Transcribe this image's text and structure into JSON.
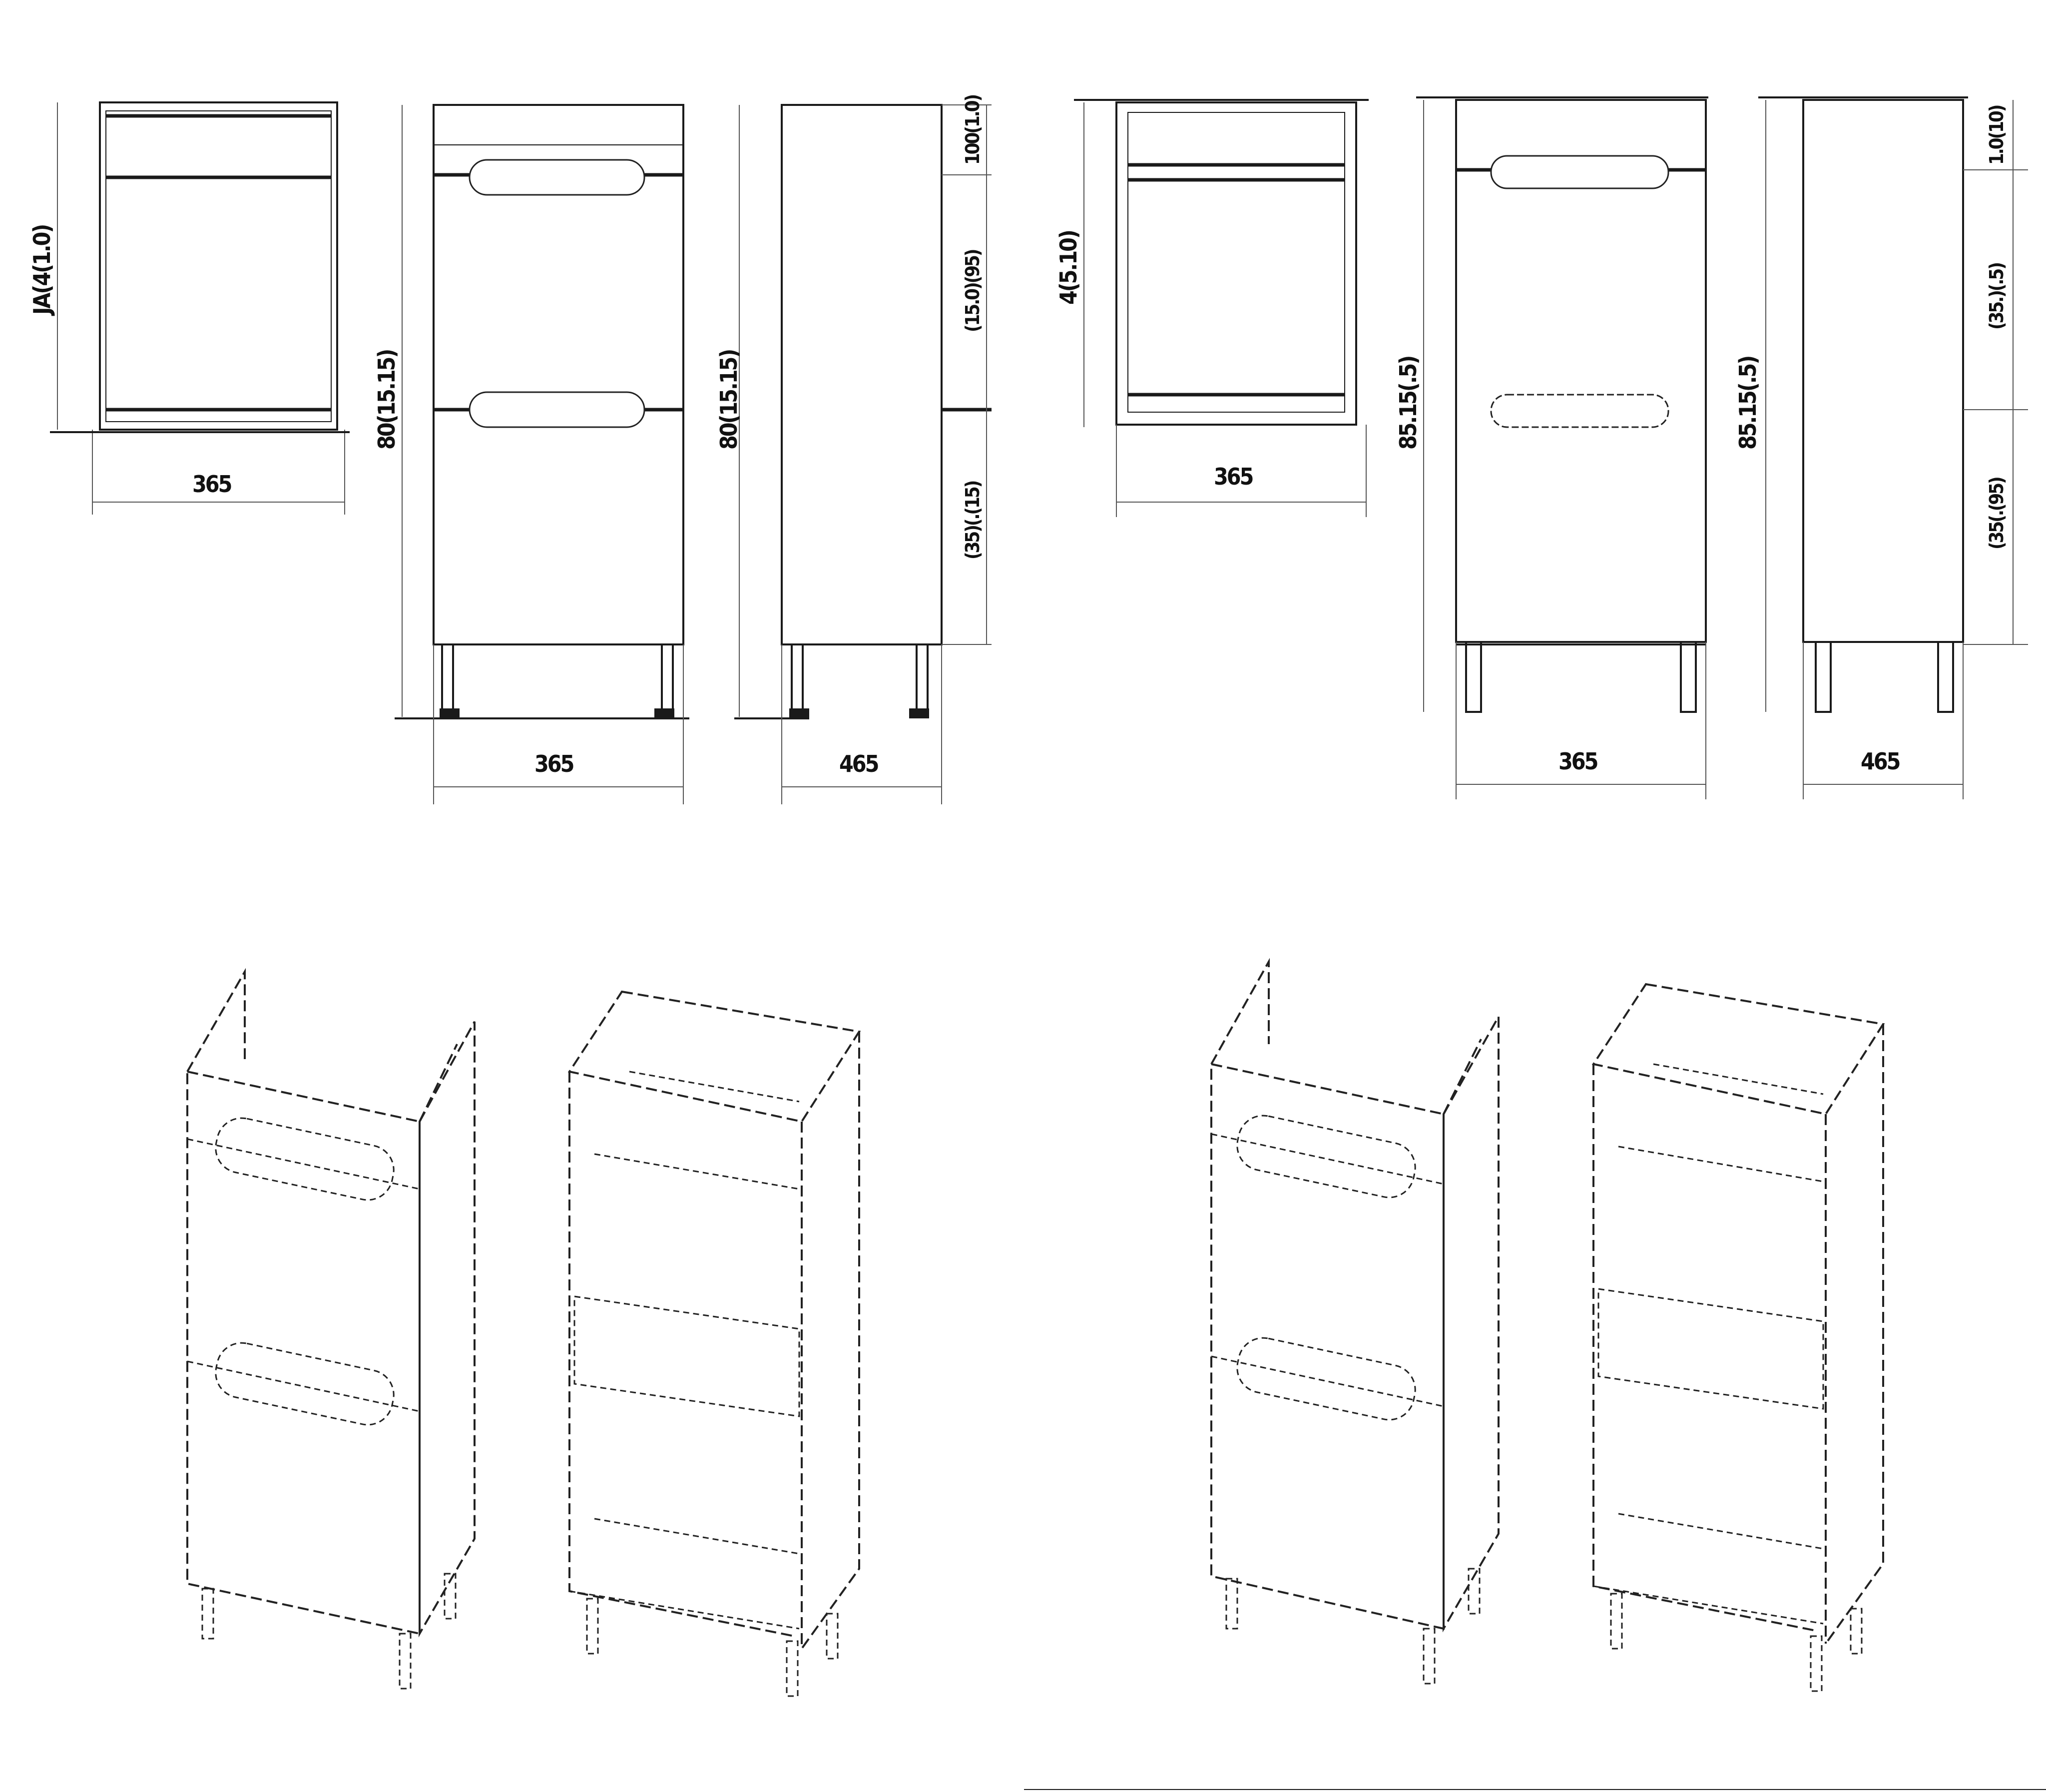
{
  "views": {
    "left_set": {
      "top_view": {
        "height_label": "JA(4(1.0)",
        "width_label": "365"
      },
      "front_view": {
        "height_label": "80(15.15)",
        "width_label": "365"
      },
      "side_view": {
        "height_label": "80(15.15)",
        "segment_top": "100(1.0)",
        "segment_mid": "(15.0)(95)",
        "segment_bottom": "(35)(.(15)",
        "depth_label": "465"
      }
    },
    "right_set": {
      "top_view": {
        "height_label": "4(5.10)",
        "width_label": "365"
      },
      "front_view": {
        "height_label": "85.15(.5)",
        "width_label": "365"
      },
      "side_view": {
        "height_label": "85.15(.5)",
        "segment_top": "1.0(10)",
        "segment_mid": "(35.)(.5)",
        "segment_bottom": "(35(.(95)",
        "depth_label": "465"
      }
    }
  },
  "colors": {
    "line": "#1a1a1a",
    "background": "#ffffff",
    "dimension": "#555555"
  }
}
